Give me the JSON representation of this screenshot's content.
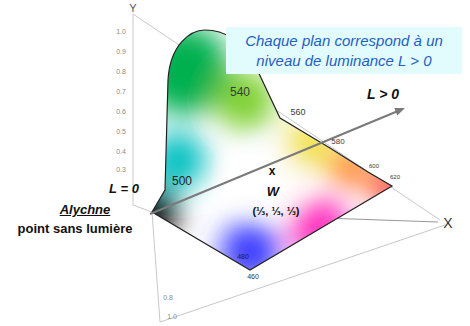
{
  "diagram": {
    "nodes": [
      {
        "text": [
          "Chaque plan correspond à un niveau de luminance L > 0"
        ]
      }
    ],
    "labels": [
      "Y",
      "X",
      "540",
      "560",
      "580",
      "600",
      "620",
      "500",
      "480",
      "460",
      "L > 0",
      "x",
      "W",
      "(⅓, ⅓, ⅓)",
      "L = 0",
      "Alychne",
      "point sans lumière",
      "1.0",
      "0.9",
      "0.8",
      "0.7",
      "0.6",
      "0.5",
      "0.4",
      "0.3",
      "0.8",
      "1.0"
    ]
  }
}
